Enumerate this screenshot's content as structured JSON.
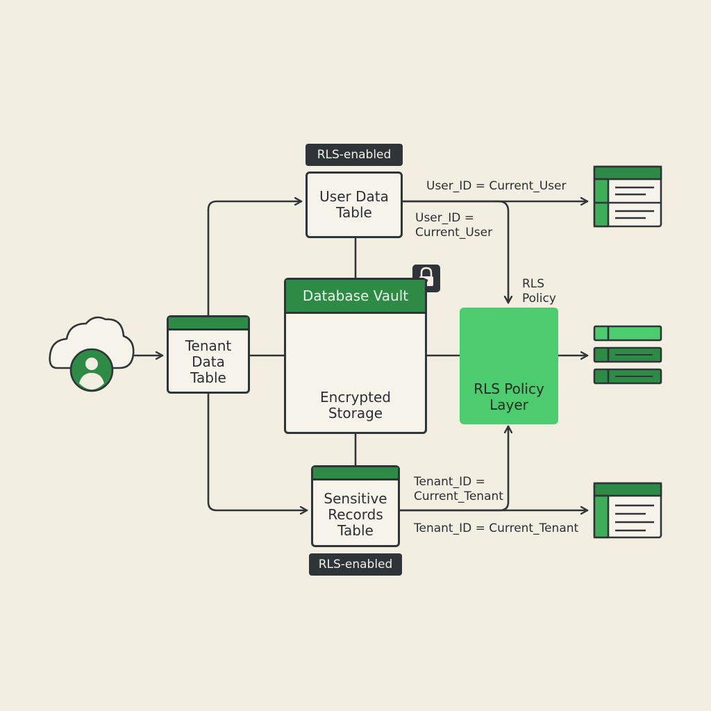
{
  "user_data_table": {
    "label": "User Data\nTable",
    "badge": "RLS-enabled"
  },
  "tenant_data_table": {
    "label": "Tenant\nData\nTable"
  },
  "sensitive_records_table": {
    "label": "Sensitive\nRecords\nTable",
    "badge": "RLS-enabled"
  },
  "database_vault": {
    "title": "Database Vault",
    "storage_label": "Encrypted\nStorage"
  },
  "rls_policy_layer": {
    "label": "RLS Policy\nLayer"
  },
  "conditions": {
    "user_out": "User_ID = Current_User",
    "user_policy": "User_ID =\nCurrent_User",
    "rls_policy": "RLS\nPolicy",
    "tenant_policy": "Tenant_ID =\nCurrent_Tenant",
    "tenant_out": "Tenant_ID = Current_Tenant"
  },
  "colors": {
    "background": "#f2eee2",
    "outline": "#2f3438",
    "accent_green": "#2e8b45",
    "bright_green": "#4ccc6e"
  },
  "icons": [
    "cloud-user-icon",
    "lock-icon",
    "database-icon",
    "lock-search-icon",
    "table-output-icon",
    "rows-output-icon"
  ]
}
